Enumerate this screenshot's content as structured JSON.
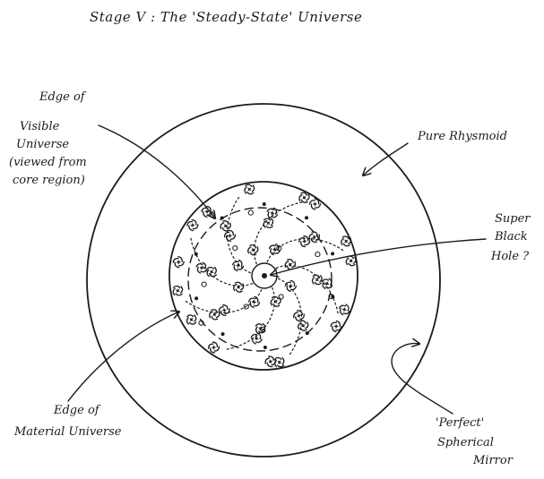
{
  "title": "Stage V : The 'Steady-State' Universe",
  "labels": {
    "visible_edge": [
      "Edge of",
      "Visible",
      "Universe",
      "(viewed from",
      "core region)"
    ],
    "rhysmoid": "Pure Rhysmoid",
    "black_hole": [
      "Super",
      "Black",
      "Hole ?"
    ],
    "material_edge": [
      "Edge of",
      "Material Universe"
    ],
    "mirror": [
      "'Perfect'",
      "Spherical",
      "Mirror"
    ]
  },
  "icons": {
    "galaxy": "galaxy-swirl-icon",
    "star_cluster": "small-circle-icon"
  }
}
